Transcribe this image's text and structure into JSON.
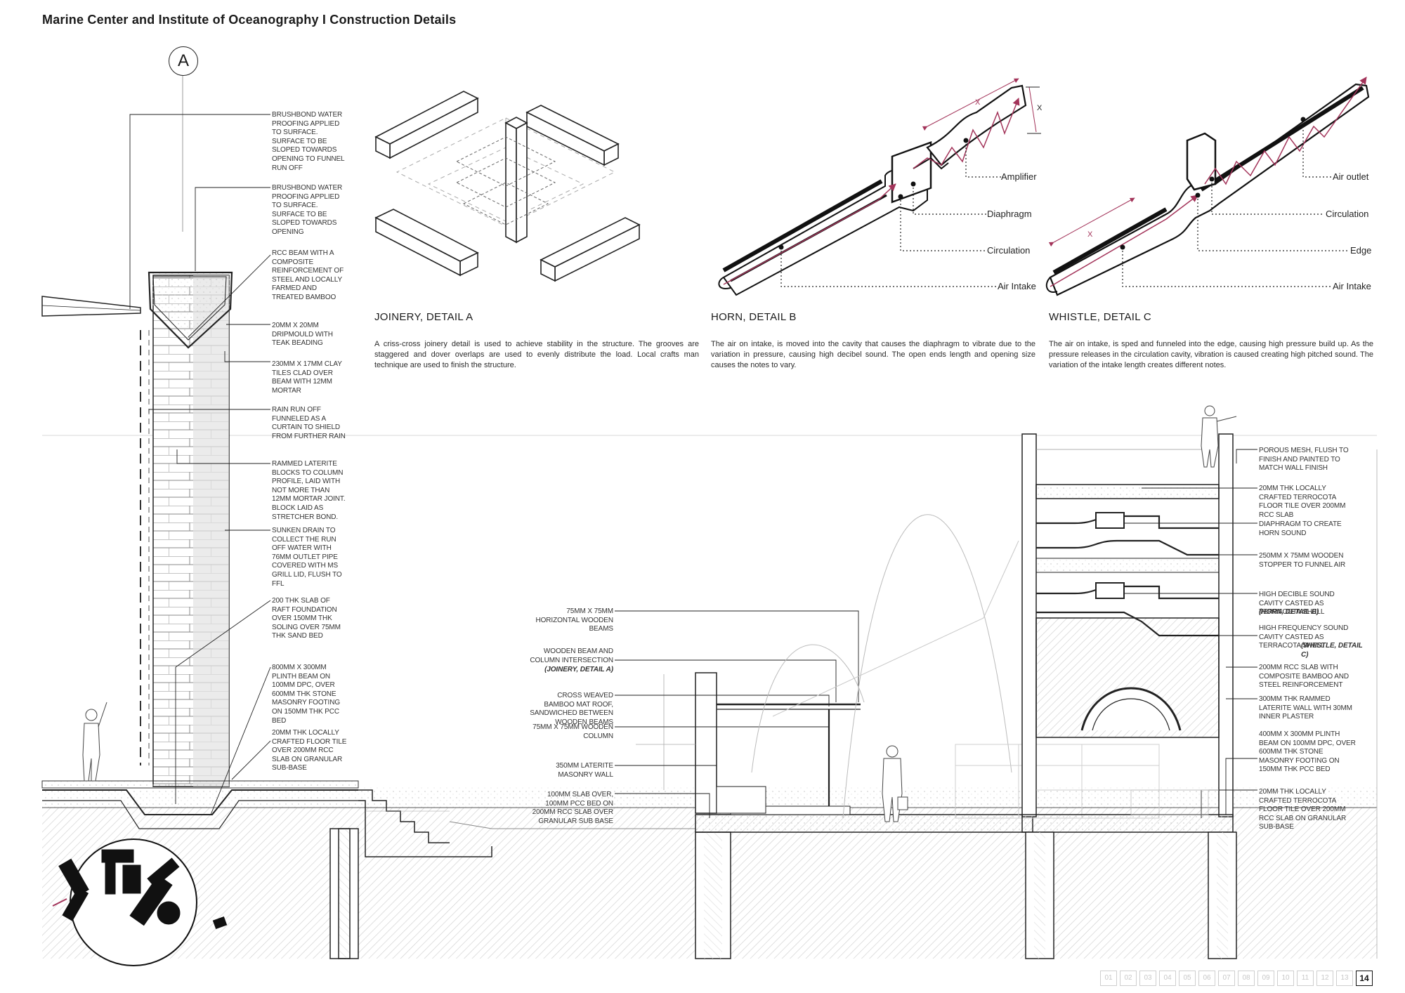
{
  "header": {
    "title": "Marine Center and Institute of Oceanography  I  Construction Details",
    "grid_label": "A"
  },
  "details": [
    {
      "title": "JOINERY, DETAIL A",
      "text": "A criss-cross joinery detail is used to achieve stability in the structure. The grooves are staggered and dover overlaps are used to evenly distribute the load. Local crafts man technique are used to finish the structure."
    },
    {
      "title": "HORN, DETAIL B",
      "text": "The air on intake, is moved into the cavity that causes the diaphragm to vibrate due to the variation in pressure, causing high decibel sound. The open ends length and opening size causes the notes to vary."
    },
    {
      "title": "WHISTLE, DETAIL C",
      "text": "The air on intake, is sped and funneled into the edge, causing high pressure build up. As the pressure releases in the circulation cavity, vibration is caused creating high pitched sound. The variation of the intake length creates different notes."
    }
  ],
  "horn_labels": [
    "Amplifier",
    "Diaphragm",
    "Circulation",
    "Air Intake"
  ],
  "whistle_labels": [
    "Air outlet",
    "Circulation",
    "Edge",
    "Air Intake"
  ],
  "dim_labels": {
    "x": "X"
  },
  "left_notes": [
    "BRUSHBOND WATER PROOFING APPLIED TO SURFACE. SURFACE TO BE SLOPED TOWARDS OPENING TO FUNNEL RUN OFF",
    "BRUSHBOND WATER PROOFING APPLIED TO SURFACE. SURFACE TO BE SLOPED TOWARDS OPENING",
    "RCC BEAM WITH A COMPOSITE REINFORCEMENT OF STEEL AND LOCALLY FARMED AND TREATED BAMBOO",
    "20MM X 20MM DRIPMOULD WITH TEAK BEADING",
    "230MM X 17MM CLAY TILES CLAD OVER BEAM WITH 12MM MORTAR",
    "RAIN RUN OFF FUNNELED AS A CURTAIN TO SHIELD FROM FURTHER RAIN",
    "RAMMED LATERITE BLOCKS TO COLUMN PROFILE, LAID WITH NOT MORE THAN 12MM MORTAR JOINT. BLOCK LAID AS STRETCHER BOND.",
    "SUNKEN DRAIN TO COLLECT THE RUN OFF WATER WITH 76MM OUTLET PIPE COVERED WITH MS GRILL LID, FLUSH TO FFL",
    "200 THK SLAB OF RAFT FOUNDATION OVER 150MM THK SOLING OVER 75MM THK SAND BED",
    "800MM X 300MM PLINTH BEAM ON 100MM DPC, OVER 600MM THK STONE MASONRY FOOTING ON 150MM THK PCC BED",
    "20MM THK LOCALLY CRAFTED FLOOR TILE OVER 200MM RCC SLAB ON GRANULAR SUB-BASE"
  ],
  "mid_notes": [
    "75MM X 75MM HORIZONTAL WOODEN BEAMS",
    "WOODEN BEAM AND COLUMN INTERSECTION",
    "(JOINERY, DETAIL A)",
    "CROSS WEAVED BAMBOO MAT ROOF, SANDWICHED BETWEEN WOODEN BEAMS",
    "75MM X 75MM WOODEN COLUMN",
    "350MM LATERITE MASONRY WALL",
    "100MM SLAB OVER, 100MM PCC BED ON 200MM RCC SLAB OVER GRANULAR SUB BASE"
  ],
  "right_notes": [
    "POROUS MESH, FLUSH TO FINISH AND PAINTED TO MATCH WALL FINISH",
    "20MM THK LOCALLY CRAFTED TERROCOTA FLOOR TILE OVER 200MM RCC SLAB",
    "DIAPHRAGM TO CREATE HORN SOUND",
    "250MM X 75MM WOODEN STOPPER TO FUNNEL AIR",
    "HIGH DECIBLE SOUND CAVITY CASTED AS TERRACOTA SHELL",
    "(HORN, DETAIL B)",
    "HIGH FREQUENCY SOUND CAVITY CASTED AS TERRACOTA SHELL",
    "(WHISTLE, DETAIL C)",
    "200MM RCC SLAB WITH COMPOSITE BAMBOO AND STEEL REINFORCEMENT",
    "300MM THK RAMMED LATERITE WALL WITH 30MM INNER PLASTER",
    "400MM X 300MM PLINTH BEAM ON 100MM DPC, OVER 600MM THK STONE MASONRY FOOTING ON 150MM THK PCC BED",
    "20MM THK LOCALLY CRAFTED TERROCOTA FLOOR TILE OVER 200MM RCC SLAB ON GRANULAR SUB-BASE"
  ],
  "pager": {
    "pages": [
      "01",
      "02",
      "03",
      "04",
      "05",
      "06",
      "07",
      "08",
      "09",
      "10",
      "11",
      "12",
      "13",
      "14"
    ],
    "current": "14"
  },
  "colors": {
    "accent": "#a3345a",
    "line": "#222222",
    "light": "#9a9a9a",
    "hatch": "#d9d9d9"
  }
}
